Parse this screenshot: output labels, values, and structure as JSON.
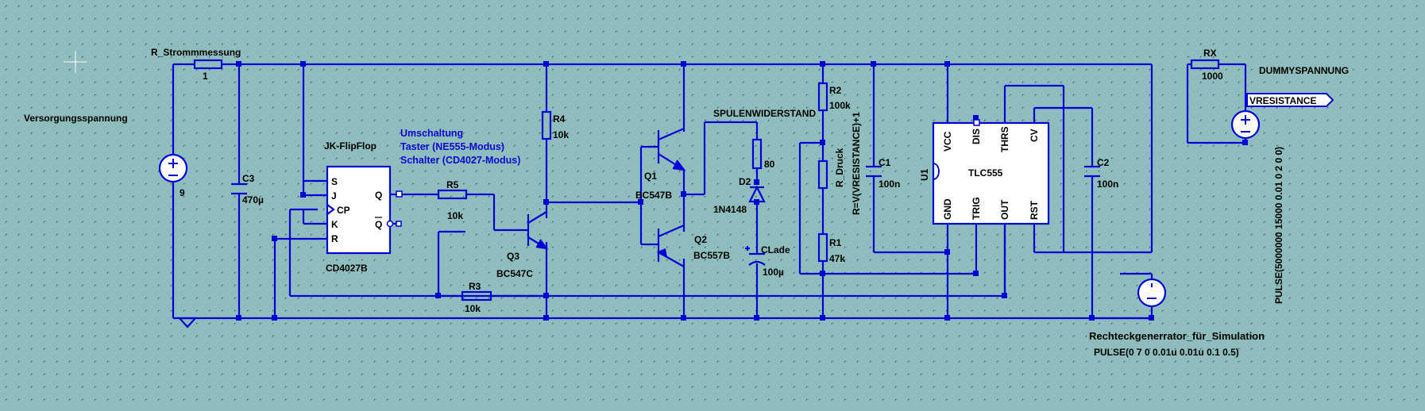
{
  "labels": {
    "r_strommessung": "R_Strommmessung",
    "r_strommessung_val": "1",
    "versorgungsspannung": "Versorgungsspannung",
    "v1_val": "9",
    "c3": "C3",
    "c3_val": "470µ",
    "jk_title": "JK-FlipFlop",
    "jk_part": "CD4027B",
    "jk_s": "S",
    "jk_j": "J",
    "jk_cp": "CP",
    "jk_k": "K",
    "jk_r": "R",
    "jk_q": "Q",
    "jk_qbar": "Q",
    "note_1": "Umschaltung",
    "note_2": "Taster (NE555-Modus)",
    "note_3": "Schalter (CD4027-Modus)",
    "r5": "R5",
    "r5_val": "10k",
    "r3": "R3",
    "r3_val": "10k",
    "r4": "R4",
    "r4_val": "10k",
    "q3": "Q3",
    "q3_val": "BC547C",
    "q1": "Q1",
    "q1_val": "BC547B",
    "q2": "Q2",
    "q2_val": "BC557B",
    "spulenwiderstand": "SPULENWIDERSTAND",
    "spule_val": "80",
    "d2": "D2",
    "d2_val": "1N4148",
    "clade": "CLade",
    "clade_val": "100µ",
    "r2": "R2",
    "r2_val": "100k",
    "r_druck": "R_Druck",
    "r_druck_expr": "R=V(VRESISTANCE)+1",
    "r1": "R1",
    "r1_val": "47k",
    "c1": "C1",
    "c1_val": "100n",
    "u1": "U1",
    "tlc_part": "TLC555",
    "pin_vcc": "VCC",
    "pin_dis": "DIS",
    "pin_thrs": "THRS",
    "pin_cv": "CV",
    "pin_gnd": "GND",
    "pin_trig": "TRIG",
    "pin_out": "OUT",
    "pin_rst": "RST",
    "c2": "C2",
    "c2_val": "100n",
    "rx": "RX",
    "rx_val": "1000",
    "dummyspannung": "DUMMYSPANNUNG",
    "vresistance": "VRESISTANCE",
    "pulse_vertical": "PULSE(5000000 15000 0.01 0 2 0 0)",
    "generator_title": "Rechteckgenerrator_für_Simulation",
    "generator_pulse": "PULSE(0 7 0 0.01u 0.01u 0.1 0.5)"
  },
  "colors": {
    "background": "#8fbcbc",
    "wire": "#0000d6",
    "text": "#000000",
    "note_text": "#0b0bd0",
    "component_fill": "#ffffff"
  }
}
